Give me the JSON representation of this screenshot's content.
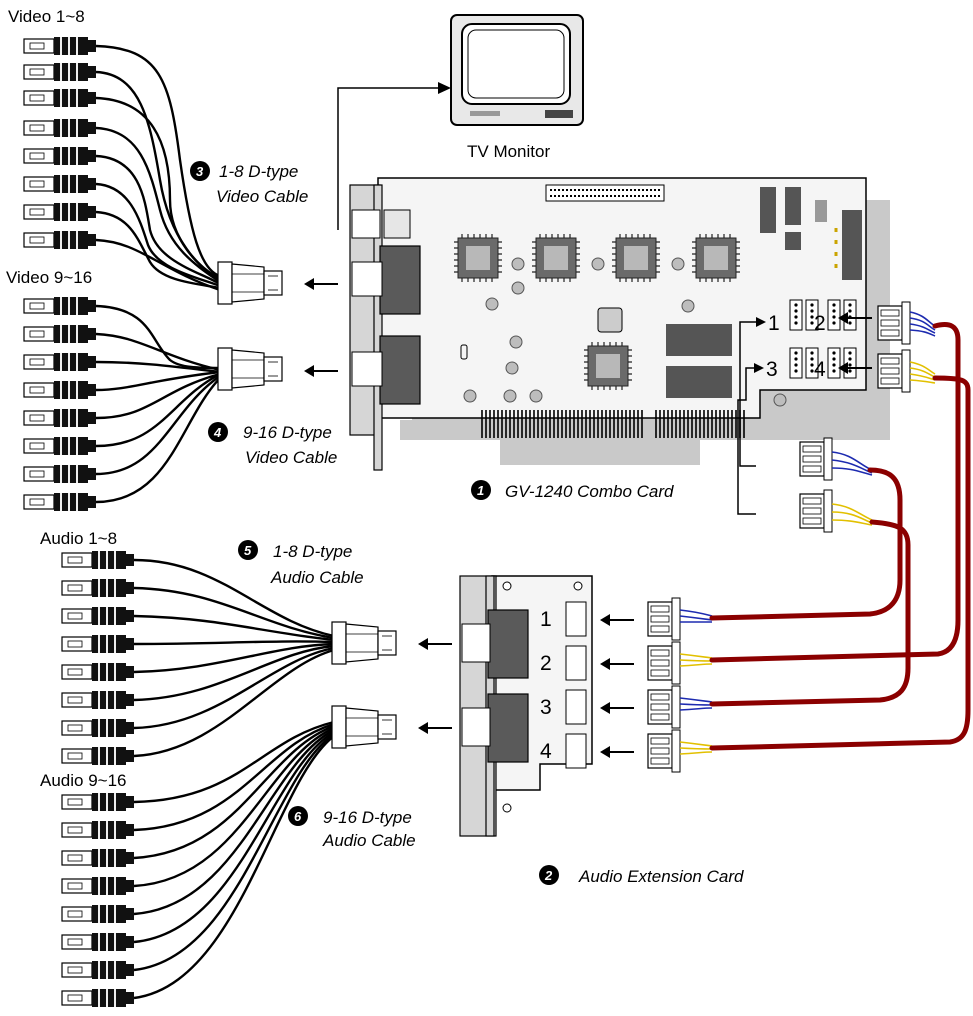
{
  "labels": {
    "video_1_8": "Video 1~8",
    "video_9_16": "Video 9~16",
    "audio_1_8": "Audio 1~8",
    "audio_9_16": "Audio 9~16",
    "tv_monitor": "TV Monitor"
  },
  "callouts": [
    {
      "badge": "3",
      "line1": "1-8 D-type",
      "line2": "Video Cable"
    },
    {
      "badge": "4",
      "line1": "9-16 D-type",
      "line2": "Video Cable"
    },
    {
      "badge": "1",
      "line1": "GV-1240 Combo Card",
      "line2": ""
    },
    {
      "badge": "5",
      "line1": "1-8 D-type",
      "line2": "Audio Cable"
    },
    {
      "badge": "6",
      "line1": "9-16 D-type",
      "line2": "Audio Cable"
    },
    {
      "badge": "2",
      "line1": "Audio Extension Card",
      "line2": ""
    }
  ],
  "combo_ports": [
    "1",
    "2",
    "3",
    "4"
  ],
  "audio_ports": [
    "1",
    "2",
    "3",
    "4"
  ],
  "colors": {
    "cable_red": "#8b0000",
    "board_fill": "#f4f4f4",
    "bracket_fill": "#c8c8c8",
    "connector_fill": "#555555",
    "chip_fill": "#707070"
  },
  "icons": [
    "bnc-connector-icon",
    "d-type-connector-icon",
    "tv-monitor-icon",
    "numbered-badge-icon",
    "arrow-icon"
  ]
}
